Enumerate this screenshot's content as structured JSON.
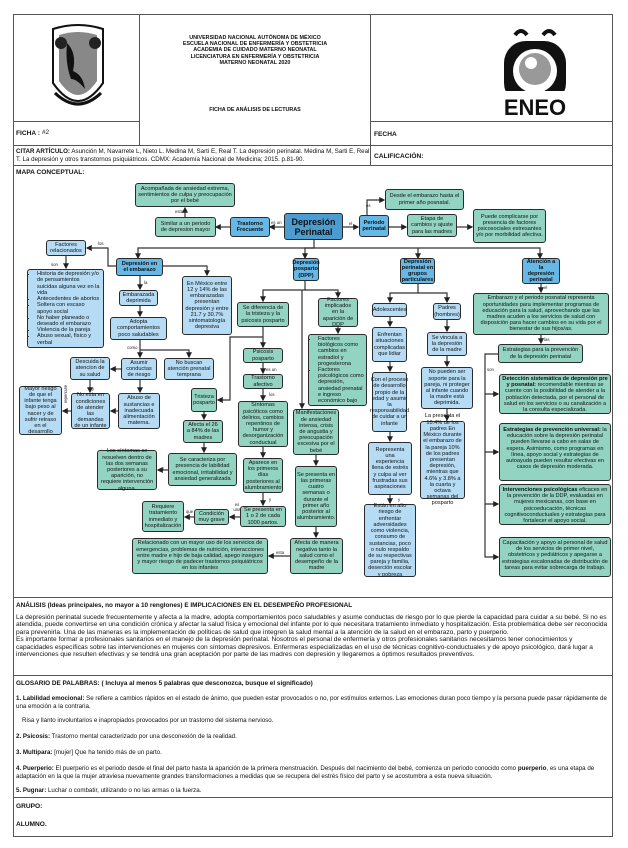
{
  "header": {
    "institution_lines": [
      "UNIVERSIDAD NACIONAL AUTÓNOMA DE   MÉXICO",
      "ESCUELA NACIONAL DE ENFERMERÍA Y   OBSTETRICIA",
      "ACADEMIA DE CUIDADO MATERNO NEONATAL",
      "LICENCIATURA EN ENFERMERÍA Y   OBSTETRICIA",
      "MATERNO NEONATAL 2020"
    ],
    "form_title": "FICHA DE ANÁLISIS DE LECTURAS",
    "right_logo_text": "ENEO",
    "ficha_label": "FICHA :",
    "ficha_value": "#2",
    "fecha_label": "FECHA",
    "citar_label": "CITAR ARTÍCULO:",
    "citation": "Asunción M, Navarrete L, Nieto L. Medina M, Sarti E, Real T. La depresión perinatal. Medina M, Sarti E, Real T. La depresión y otros transtornos psiquiátricos. CDMX: Academía Nacional de Medicina; 2015. p.81-90.",
    "calificacion_label": "CALIFICACIÓN:",
    "mapa_label": "MAPA CONCEPTUAL:"
  },
  "concept_map": {
    "nodes": {
      "acompanada": "Acompañada de ansiedad extrema, sentimientos de culpa y preocupación por el bebé",
      "similar": "Similar a un periodo de depresion mayor",
      "trastorno_frecuente": "Trastorno Frecuente",
      "depresion_perinatal": "Depresión Perinatal",
      "periodo_perinatal": "Periodo perinatal",
      "desde_embarazo": "Desde el embarazo hasta el primer año posnatal.",
      "etapa_cambios": "Etapa de cambios y ajuste  para las madres",
      "puede_complicarse": "Puede complicarse por presencia de factores psicosociales estresantes y/o por morbilidad afectiva.",
      "depresion_embarazo": "Depresión en el embarazo",
      "dpp": "Depresión posparto (DPP)",
      "grupos": "Depresión perinatal en grupos particulares",
      "atencion": "Atención a la depresión perinatal",
      "factores_relacionados": "Factores relacionados",
      "embarazada_deprimida": "Embarazada deprimida",
      "adopta": "Adopta comportamientos poco saludables",
      "mexico_embarazos": "En México entre 12 y 14% de las embarazadas presentan depresión y entre 21.7 y 30.7% sintomatología depresiva",
      "descuida": "Descuida la atencion de su salud",
      "asumir": "Asumir conductas de riesgo",
      "no_buscan": "No buscan atención prenatal temprana",
      "mayor_riesgo": "Mayor riesgo de que el infante tenga bajo peso al nacer y de sufrir retraso en el desarrollo",
      "no_esta": "No esta en condiciones de atender las demandas de un infante",
      "abuso": "Abuso de sustancias e inadecuada alimentación materna.",
      "tristeza": "Tristeza posparto",
      "afecta_26": "Afecta el 26 a 84% de las madres",
      "se_caracteriza": "Se caracteriza por presencia de labilidad emocional, irritabilidad y ansiedad generalizada",
      "sintomas_resuelven": "Los síntomas se resuelven dentro de las dos semanas posteriores a su aparición, no requiere intervención alguna.",
      "se_diferencia": "Se diferencia de la tristeza y la psicosis posparto",
      "psicosis": "Psicosis posparto",
      "trastorno_afectivo": "Trastorno afectivo",
      "sintomas_psicoticos": "Síntomas psicóticos como delirios, cambios repentinos de humor y desorganización conductual",
      "aparece": "Aparece en los primeros días posteriores al alumbramiento",
      "se_presenta_1000": "Se presenta en 1 o 2 de cada 1000 partos.",
      "condicion_grave": "Condición muy grave",
      "requiere": "Requiere tratamiento inmediato y hospitalización",
      "factores_implicados": "Factores implicados en la aparición de DDP",
      "manifestaciones": "Manifestaciones de ansiedad intensa, crisis de angustia y preocupación excesiva por el bebé",
      "se_presenta_semanas": "Se presenta en las primeras cuatro semanas o durante el primer año posterior al alumbramiento.",
      "afecta_negativa": "Afecta de manera negativa tanto la salud como el desempeño de la madre",
      "relacionado": "Relacionado con un mayor uso de los servicios de emergencias, problemas de nutrición, interacciones entre madre e hijo de baja calidad, apego inseguro y mayor riesgo de padecer trastornos psiquiátricos en los infantes",
      "adolescentes": "Adolescentes",
      "enfrentan": "Enfrentan situaciones complicadas que lidiar",
      "con_proceso": "Con el proceso de desarrollo propio de la edad y asumir la responsabilidad de cuidar a un infante",
      "representa": "Representa una experiencia llena de estrés y culpa al ver frustradas sus aspiraciones",
      "alto_riesgo": "Están en alto riesgo de enfrentar adversidades como violencia, consumo de sustancias, poco o nulo respaldo de su respectivas pareja y familia, deserción escolar y pobreza",
      "padres": "Padres (hombres)",
      "se_vincula": "Se vincula a la depresión de la madre",
      "no_pueden": "No pueden ser soporte para la pareja, ni proteger al infante cuando la madre está deprimida.",
      "la_presenta": "La presenta el 10.4% de los padres En México durante el embarazo de la pareja 10% de los padres presentan depresión, mientras que 4.6% y 3.8% a la cuarta y octava semanas del posparto",
      "embarazo_periodo": "Embarazo y el periodo posnatal representa oportunidades para implementar programas de educación para la salud, aprovechando que las madres acuden a los servicios de salud con disposición para hacer cambios en su vida por el bienestar de sus hijos/as.",
      "estrategias_prevencion": "Estrategias para la prevención de la depresión perinatal"
    },
    "factores_list": [
      "Historia de depresión y/o de pensamientos suicidas alguna vez en la vida",
      "Antecedentes de abortos",
      "Soltera con escaso apoyo social",
      "No haber planeado o deseado el embarazo",
      "Violencia de la pareja",
      "Abuso sexual, físico y verbal"
    ],
    "factores_implicados_list": [
      "Factores biológicos como cambios en estradiol y progesterona",
      "Factores psicológicos como depresión, ansiedad prenatal e ingreso económico bajo"
    ],
    "strategies": [
      {
        "bold": "Detección sistemática de depresión pre y posnatal:",
        "text": " recomendable mientras se cuente con la posibilidad de atender a la población detectada, por el personal de salud en los servicios o su canalización a la consulta especializada."
      },
      {
        "bold": "Estrategias de prevención universal:",
        "text": " la educación sobre la depresión perinatal pueden llevarse a cabo en salas de espera. Asimismo, como programas en línea, apoyo social y estrategias de autoayuda pueden resultar efectivas en casos de depresión moderada."
      },
      {
        "bold": "Intervenciones psicológicas",
        "text": " eficaces en la prevención de la DDP, evaluadas en mujeres mexicanas, con base en psicoeducación, técnicas cognitivoconductuales y estrategias para fortalecer el apoyo social."
      },
      {
        "bold": "",
        "text": "Capacitación y apoyo al personal de salud de los servicios de primer nivel, obstetricos y pediátricos y apegarse a estrategias escalonadas de distribución de tareas para evitar sobrecarga de trabajo."
      }
    ],
    "links": {
      "esta": "esta",
      "es_un": "es un",
      "el": "el",
      "es": "es",
      "los": "los",
      "son": "son",
      "la": "la",
      "como": "como",
      "y": "y",
      "repercute": "repercute",
      "que": "que",
      "es_una": "es una",
      "las": "las"
    }
  },
  "analysis": {
    "title": "ANÁLISIS (Ideas principales, no mayor a 10 renglones) E IMPLICACIONES EN EL DESEMPEÑO PROFESIONAL",
    "paragraphs": [
      "La depresión perinatal sucede frecuentemente y afecta a la madre, adopta comportamientos poco saludables y asume conductas de riesgo por lo que pierde la capacidad para cuidar a su bebé. Si no es atendida, puede convertirse en una condición crónica y afectar la salud física y emocional del infante por lo que necesitara tratamiento inmediato y hospitalización. Esta problemática debe ser reconocida para prevenirla. Una de las maneras es la implementación de políticas de salud que integren la salud mental a la atención de la salud en el embarazo, parto y puerperio.",
      "Es importante formar a profesionales sanitarios en el manejo de la depresión perinatal. Nosotros el personal de enfermería y otros profesionales sanitarios necesitamos tener conocimientos y capacidades específicas sobre las intervenciones en mujeres con síntomas depresivos. Enfermeras especializadas en el uso de técnicas cognitivo-conductuales y de apoyo psicológico, dará lugar a intervenciones que resulten efectivas y se tendrá una gran aceptación por parte de las madres con depresión y llegaremos a óptimos resultados preventivos."
    ]
  },
  "glossary": {
    "title": "GLOSARIO DE  PALABRAS: ( Incluya al menos 5 palabras que desconozca, busque el significado)",
    "entries": [
      {
        "term": "1. Labilidad emocional:",
        "definition": " Se refiere a cambios rápidos en el estado de ánimo, que pueden estar provocados o no, por estímulos externos. Las emociones duran poco tiempo y la persona puede pasar rápidamente de una emoción a la contraria.",
        "extra": "Risa y llanto involuntarios e inapropiados provocados por un trastorno del sistema nervioso."
      },
      {
        "term": "2. Psicosis:",
        "definition": " Trastorno mental caracterizado por una desconexión de la realidad."
      },
      {
        "term": "3. Multipara:",
        "definition": " [mujer] Que ha tenido más de un parto."
      },
      {
        "term": "4. Puerperio:",
        "definition_a": " El puerperio es el periodo desde el final del parto hasta la aparición de la primera menstruación. Después del nacimiento del bebé, comienza un periodo conocido como ",
        "bold_mid": "puerperio",
        "definition_b": ", es una etapa de adaptación en la que la mujer atraviesa nuevamente grandes transformaciones a medidas que se recupera del estrés físico del parto y se acostumbra a esta nueva situación."
      },
      {
        "term": "5. Pugnar:",
        "definition": " Luchar o combatir, utilizando o no las armas o la fuerza."
      }
    ]
  },
  "footer": {
    "grupo_label": "GRUPO:",
    "alumno_label": "ALUMNO."
  },
  "colors": {
    "teal_node": "#93d3c1",
    "light_blue_node": "#b5dcf4",
    "mid_blue_node": "#66b8e6",
    "dark_blue_node": "#4b9cd0"
  }
}
